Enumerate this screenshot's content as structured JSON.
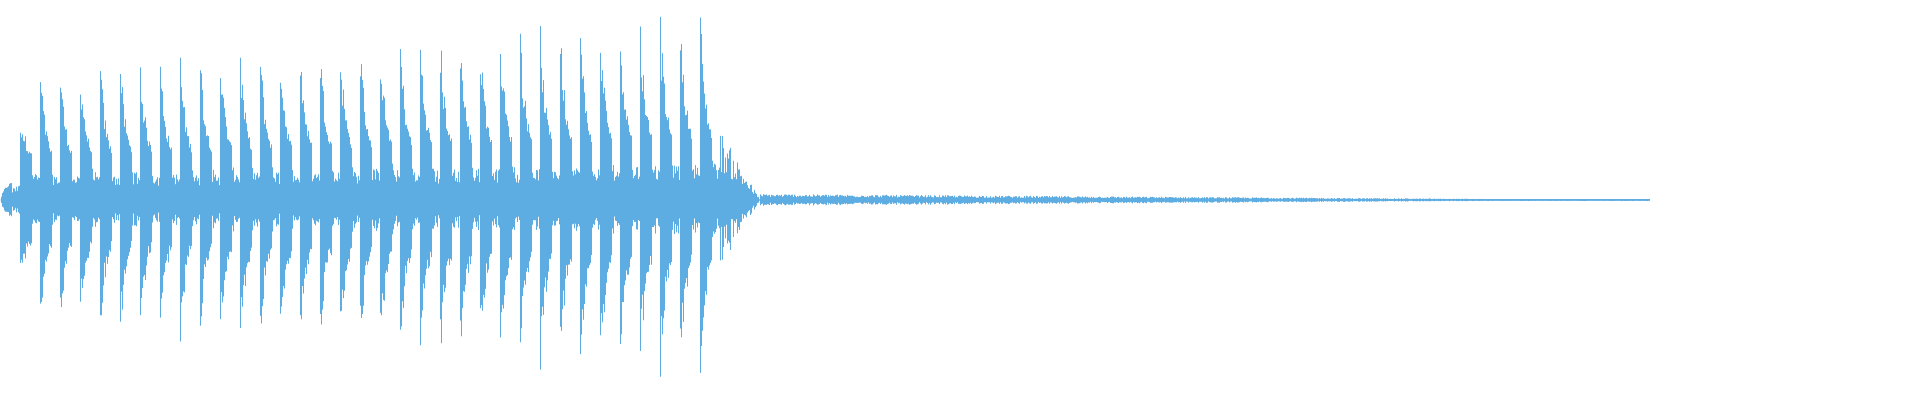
{
  "waveform": {
    "color": "#5DADE2",
    "background": "#ffffff",
    "description_of_signal": "",
    "sample_count": 1920,
    "active_fraction": 0.375,
    "peak_amplitude": 1.0,
    "tail_amplitude": 0.02
  }
}
